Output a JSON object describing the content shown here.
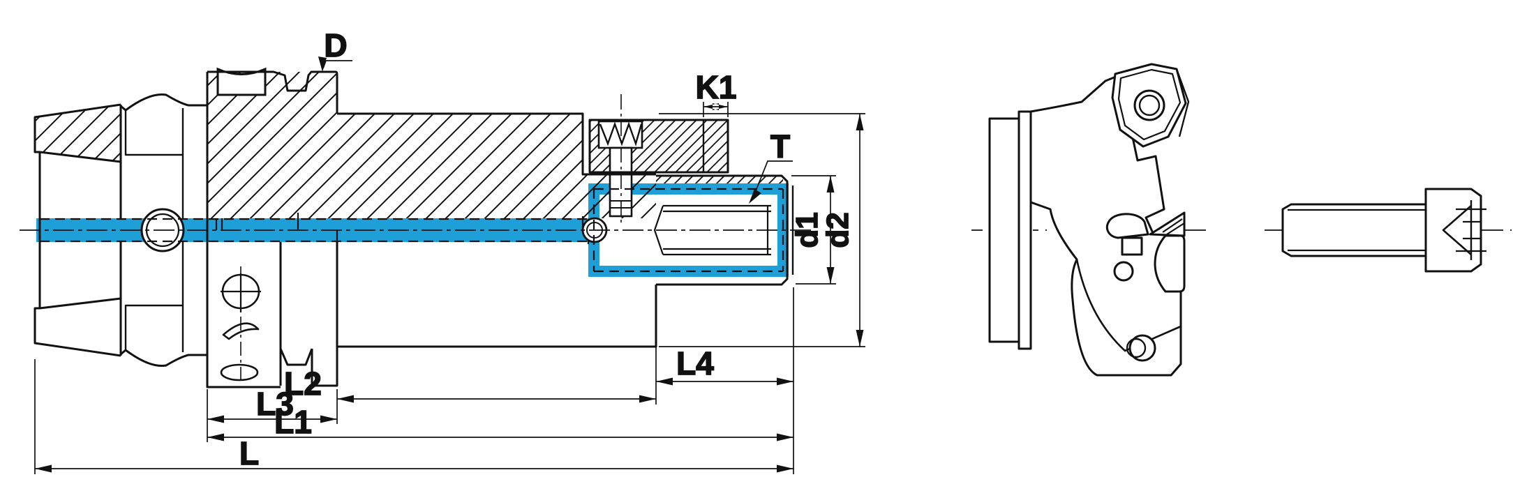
{
  "drawing": {
    "labels": {
      "D": "D",
      "K1": "K1",
      "T": "T",
      "d1": "d1",
      "d2": "d2",
      "L": "L",
      "L1": "L1",
      "L2": "L2",
      "L3": "L3",
      "L4": "L4"
    },
    "colors": {
      "coolant_highlight": "#1E9FD8",
      "line": "#111111",
      "background": "#FFFFFF"
    }
  }
}
